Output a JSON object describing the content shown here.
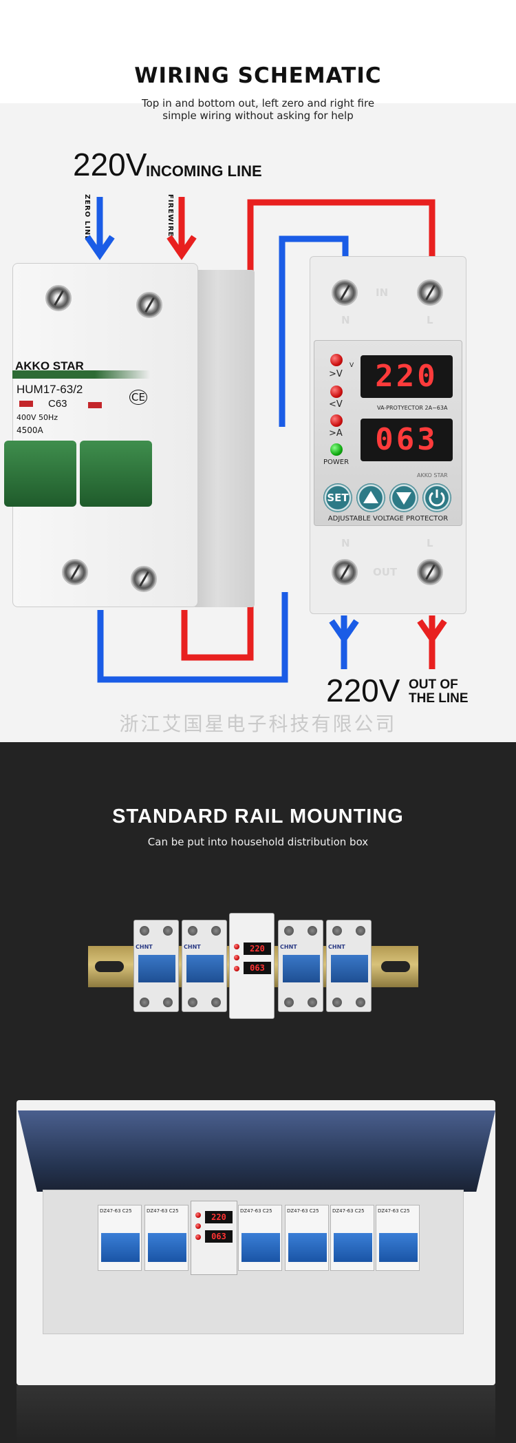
{
  "wiring": {
    "title": "WIRING SCHEMATIC",
    "subtitle_line1": "Top in and bottom out, left zero and right fire",
    "subtitle_line2": "simple wiring without asking for help",
    "voltage_in": "220V",
    "incoming_label": "INCOMING LINE",
    "zero_line": "ZERO LINE",
    "firewire": "FIREWIRE",
    "voltage_out": "220V",
    "out_label_line1": "OUT OF",
    "out_label_line2": "THE LINE",
    "watermark": "浙江艾国星电子科技有限公司",
    "wire_colors": {
      "neutral": "#1a5ce6",
      "live": "#e8201f"
    }
  },
  "breaker": {
    "brand": "AKKO STAR",
    "model": "HUM17-63/2",
    "rating": "C63",
    "spec_line1": "400V  50Hz",
    "spec_line2": "4500A",
    "ce_mark": "CE",
    "handle_color": "#2f7a3c"
  },
  "protector": {
    "display_top": "220",
    "display_bottom": "063",
    "model_text": "VA-PROTYECTOR  2A~63A",
    "brand_small": "AKKO STAR",
    "label_over_v": ">V",
    "label_under_v": "<V",
    "label_over_a": ">A",
    "label_power": "POWER",
    "label_v_small": "V",
    "btn_set": "SET",
    "caption": "ADJUSTABLE VOLTAGE PROTECTOR",
    "terminal_in": "IN",
    "terminal_out": "OUT",
    "terminal_n_top": "N",
    "terminal_l_top": "L",
    "terminal_n_bottom": "N",
    "terminal_l_bottom": "L"
  },
  "rail": {
    "title": "STANDARD RAIL MOUNTING",
    "subtitle": "Can be put into household distribution box",
    "mini_breaker_label": "CHNT",
    "mini_display_top": "220",
    "mini_display_bottom": "063",
    "box_breaker_label": "DZ47-63 C25"
  }
}
